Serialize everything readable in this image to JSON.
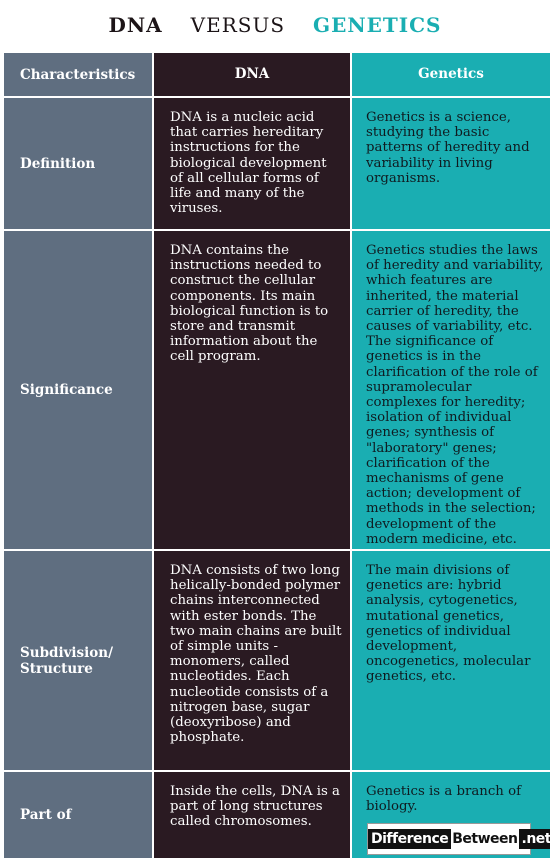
{
  "title": {
    "left": "DNA",
    "middle": "VERSUS",
    "right": "GENETICS"
  },
  "header": {
    "col1": "Characteristics",
    "col2": "DNA",
    "col3": "Genetics"
  },
  "rows": [
    {
      "label": "Definition",
      "dna": "DNA is a nucleic acid that carries hereditary instructions for the biological development of all cellular forms of life and many of the viruses.",
      "genetics": "Genetics is a science, studying the basic patterns of heredity and variability in living organisms."
    },
    {
      "label": "Significance",
      "dna": "DNA contains the instructions needed to construct the cellular components. Its main biological function is to store and transmit information about the cell program.",
      "genetics": "Genetics studies the laws of heredity and variability, which features are inherited, the material carrier of heredity, the causes of variability, etc. The significance of genetics is in the clarification of the role of supramolecular complexes for heredity; isolation of individual genes; synthesis of \"laboratory\" genes; clarification of the mechanisms of gene action; development of methods in the selection; development of the modern medicine, etc."
    },
    {
      "label": "Subdivision/\nStructure",
      "dna": "DNA consists of two long helically-bonded polymer chains interconnected with ester bonds. The two main chains are built of simple units - monomers, called nucleotides. Each nucleotide consists of a nitrogen base, sugar (deoxyribose) and phosphate.",
      "genetics": "The main divisions of genetics are: hybrid analysis, cytogenetics, mutational genetics, genetics of individual development, oncogenetics, molecular genetics, etc."
    },
    {
      "label": "Part of",
      "dna": "Inside the cells, DNA is a part of long structures called chromosomes.",
      "genetics": "Genetics is a branch of biology."
    }
  ],
  "logo": {
    "part1": "Difference",
    "part2": "Between",
    "part3": ".net"
  }
}
